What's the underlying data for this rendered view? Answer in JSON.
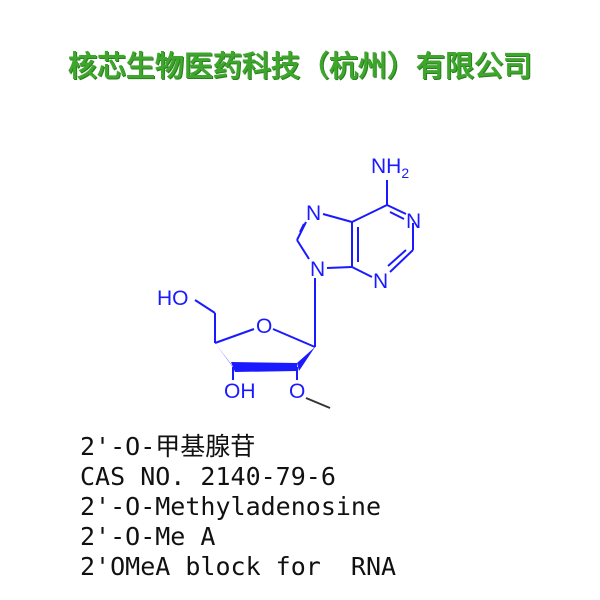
{
  "company_name": "核芯生物医药科技（杭州）有限公司",
  "structure": {
    "color": "#1a1aff",
    "atom_labels": {
      "nh2": "NH",
      "nh2_sub": "2",
      "n7": "N",
      "n1": "N",
      "n9": "N",
      "n3": "N",
      "o4": "O",
      "ho5": "HO",
      "oh3": "OH",
      "o2": "O"
    }
  },
  "info_lines": [
    "2'-O-甲基腺苷",
    "CAS NO. 2140-79-6",
    "2'-O-Methyladenosine",
    "2'-O-Me A",
    "2'OMeA block for  RNA"
  ],
  "brand_color": "#3ea62c"
}
